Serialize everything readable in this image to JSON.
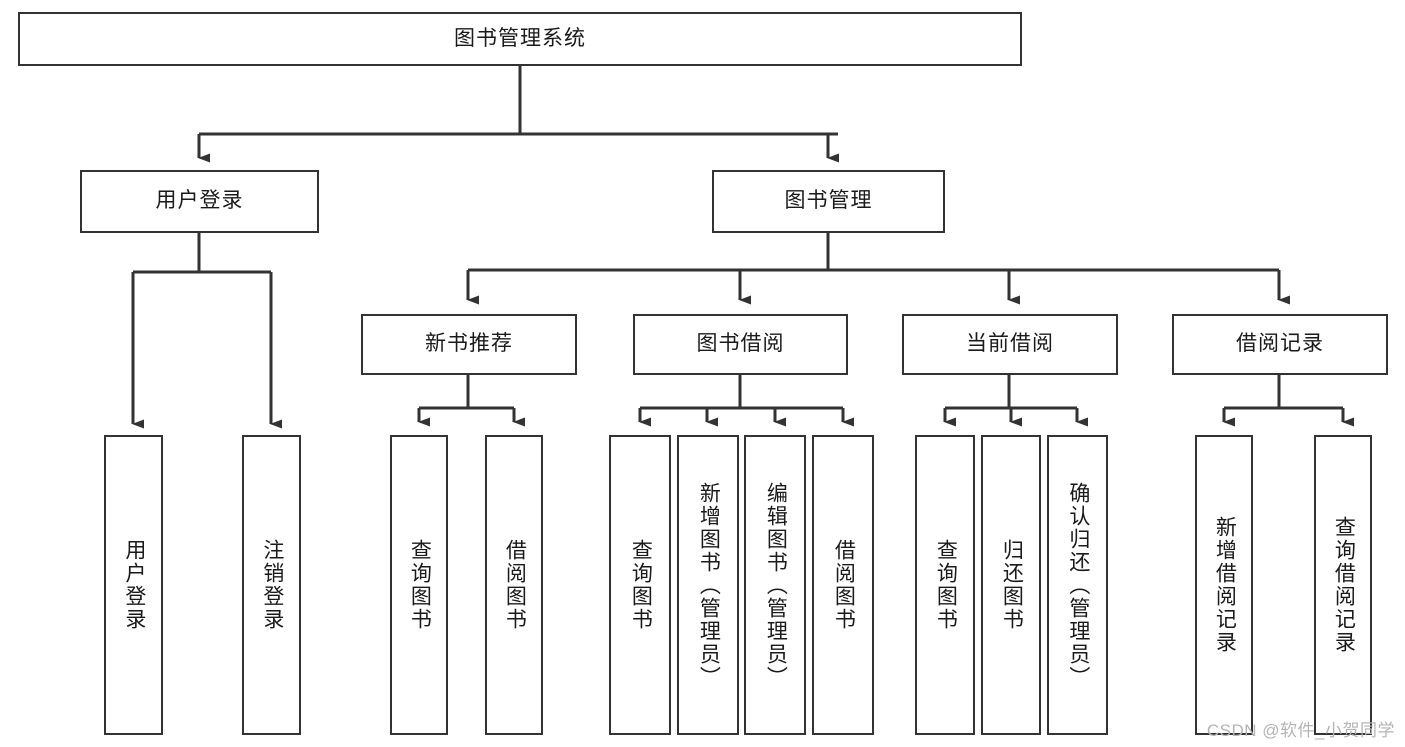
{
  "diagram": {
    "title": "图书管理系统",
    "type": "tree-hierarchy",
    "watermark": "CSDN @软件_小贺同学",
    "colors": {
      "box_border": "#333333",
      "box_fill": "#ffffff",
      "edge": "#333333",
      "text": "#1a1a1a",
      "watermark": "#b4b4b4"
    },
    "root": {
      "label": "图书管理系统"
    },
    "level2": [
      {
        "id": "user-login",
        "label": "用户登录"
      },
      {
        "id": "book-manage",
        "label": "图书管理"
      }
    ],
    "level3": [
      {
        "id": "new-book-recommend",
        "label": "新书推荐"
      },
      {
        "id": "book-borrow",
        "label": "图书借阅"
      },
      {
        "id": "current-borrow",
        "label": "当前借阅"
      },
      {
        "id": "borrow-record",
        "label": "借阅记录"
      }
    ],
    "leaves": {
      "user_login": [
        {
          "id": "leaf-user-login",
          "label": "用户登录"
        },
        {
          "id": "leaf-logout",
          "label": "注销登录"
        }
      ],
      "new_book_recommend": [
        {
          "id": "leaf-query-book-1",
          "label": "查询图书"
        },
        {
          "id": "leaf-borrow-book-1",
          "label": "借阅图书"
        }
      ],
      "book_borrow": [
        {
          "id": "leaf-query-book-2",
          "label": "查询图书"
        },
        {
          "id": "leaf-add-book",
          "label": "新增图书（管理员）"
        },
        {
          "id": "leaf-edit-book",
          "label": "编辑图书（管理员）"
        },
        {
          "id": "leaf-borrow-book-2",
          "label": "借阅图书"
        }
      ],
      "current_borrow": [
        {
          "id": "leaf-query-book-3",
          "label": "查询图书"
        },
        {
          "id": "leaf-return-book",
          "label": "归还图书"
        },
        {
          "id": "leaf-confirm-return",
          "label": "确认归还（管理员）"
        }
      ],
      "borrow_record": [
        {
          "id": "leaf-add-record",
          "label": "新增借阅记录"
        },
        {
          "id": "leaf-query-record",
          "label": "查询借阅记录"
        }
      ]
    }
  }
}
